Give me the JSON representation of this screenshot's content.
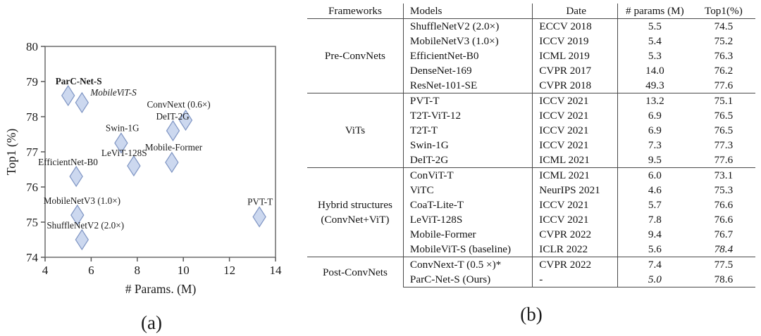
{
  "figure": {
    "panel_a_caption": "(a)",
    "panel_b_caption": "(b)"
  },
  "chart_data": [
    {
      "type": "scatter",
      "title": "",
      "xlabel": "# Params. (M)",
      "ylabel": "Top1 (%)",
      "xlim": [
        4,
        14
      ],
      "ylim": [
        74,
        80
      ],
      "xticks": [
        4,
        6,
        8,
        10,
        12,
        14
      ],
      "yticks": [
        74,
        75,
        76,
        77,
        78,
        79,
        80
      ],
      "grid": false,
      "legend": "none",
      "marker": "diamond",
      "marker_fill": "#ccd8ef",
      "marker_stroke": "#8096c4",
      "points": [
        {
          "label": "ParC-Net-S",
          "x": 5.0,
          "y": 78.6,
          "style": "bold",
          "label_dx": -18,
          "label_dy": -16
        },
        {
          "label": "MobileViT-S",
          "x": 5.6,
          "y": 78.4,
          "style": "italic",
          "label_dx": 12,
          "label_dy": -10
        },
        {
          "label": "ConvNext (0.6×)",
          "x": 10.1,
          "y": 77.9,
          "style": "normal",
          "label_dx": -55,
          "label_dy": -18
        },
        {
          "label": "DeIT-2G",
          "x": 9.55,
          "y": 77.6,
          "style": "normal",
          "label_dx": -24,
          "label_dy": -16
        },
        {
          "label": "Swin-1G",
          "x": 7.3,
          "y": 77.25,
          "style": "normal",
          "label_dx": -22,
          "label_dy": -17
        },
        {
          "label": "Mobile-Former",
          "x": 9.5,
          "y": 76.7,
          "style": "normal",
          "label_dx": -38,
          "label_dy": -17
        },
        {
          "label": "LeViT-128S",
          "x": 7.85,
          "y": 76.6,
          "style": "normal",
          "label_dx": -46,
          "label_dy": -14
        },
        {
          "label": "EfficientNet-B0",
          "x": 5.35,
          "y": 76.3,
          "style": "normal",
          "label_dx": -54,
          "label_dy": -16
        },
        {
          "label": "MobileNetV3 (1.0×)",
          "x": 5.4,
          "y": 75.2,
          "style": "normal",
          "label_dx": -48,
          "label_dy": -16
        },
        {
          "label": "ShuffleNetV2 (2.0×)",
          "x": 5.6,
          "y": 74.5,
          "style": "normal",
          "label_dx": -50,
          "label_dy": -16
        },
        {
          "label": "PVT-T",
          "x": 13.3,
          "y": 75.15,
          "style": "normal",
          "label_dx": -17,
          "label_dy": -17
        }
      ]
    },
    {
      "type": "table",
      "title": "",
      "columns": [
        "Frameworks",
        "Models",
        "Date",
        "# params (M)",
        "Top1(%)"
      ],
      "rows": [
        [
          "Pre-ConvNets",
          "ShuffleNetV2 (2.0×)",
          "ECCV 2018",
          "5.5",
          "74.5"
        ],
        [
          "Pre-ConvNets",
          "MobileNetV3 (1.0×)",
          "ICCV 2019",
          "5.4",
          "75.2"
        ],
        [
          "Pre-ConvNets",
          "EfficientNet-B0",
          "ICML 2019",
          "5.3",
          "76.3"
        ],
        [
          "Pre-ConvNets",
          "DenseNet-169",
          "CVPR 2017",
          "14.0",
          "76.2"
        ],
        [
          "Pre-ConvNets",
          "ResNet-101-SE",
          "CVPR 2018",
          "49.3",
          "77.6"
        ],
        [
          "ViTs",
          "PVT-T",
          "ICCV 2021",
          "13.2",
          "75.1"
        ],
        [
          "ViTs",
          "T2T-ViT-12",
          "ICCV 2021",
          "6.9",
          "76.5"
        ],
        [
          "ViTs",
          "T2T-T",
          "ICCV 2021",
          "6.9",
          "76.5"
        ],
        [
          "ViTs",
          "Swin-1G",
          "ICCV 2021",
          "7.3",
          "77.3"
        ],
        [
          "ViTs",
          "DeIT-2G",
          "ICML 2021",
          "9.5",
          "77.6"
        ],
        [
          "Hybrid structures (ConvNet+ViT)",
          "ConViT-T",
          "ICML 2021",
          "6.0",
          "73.1"
        ],
        [
          "Hybrid structures (ConvNet+ViT)",
          "ViTC",
          "NeurIPS 2021",
          "4.6",
          "75.3"
        ],
        [
          "Hybrid structures (ConvNet+ViT)",
          "CoaT-Lite-T",
          "ICCV 2021",
          "5.7",
          "76.6"
        ],
        [
          "Hybrid structures (ConvNet+ViT)",
          "LeViT-128S",
          "ICCV 2021",
          "7.8",
          "76.6"
        ],
        [
          "Hybrid structures (ConvNet+ViT)",
          "Mobile-Former",
          "CVPR 2022",
          "9.4",
          "76.7"
        ],
        [
          "Hybrid structures (ConvNet+ViT)",
          "MobileViT-S (baseline)",
          "ICLR 2022",
          "5.6",
          "78.4"
        ],
        [
          "Post-ConvNets",
          "ConvNext-T (0.5 ×)*",
          "CVPR 2022",
          "7.4",
          "77.5"
        ],
        [
          "Post-ConvNets",
          "ParC-Net-S  (Ours)",
          "-",
          "5.0",
          "78.6"
        ]
      ]
    }
  ],
  "table": {
    "header": {
      "frameworks": "Frameworks",
      "models": "Models",
      "date": "Date",
      "params": "# params (M)",
      "top1": "Top1(%)"
    },
    "groups": [
      {
        "name": "Pre-ConvNets",
        "rows": [
          {
            "model": "ShuffleNetV2 (2.0×)",
            "date": "ECCV 2018",
            "params": "5.5",
            "top1": "74.5"
          },
          {
            "model": "MobileNetV3 (1.0×)",
            "date": "ICCV 2019",
            "params": "5.4",
            "top1": "75.2"
          },
          {
            "model": "EfficientNet-B0",
            "date": "ICML 2019",
            "params": "5.3",
            "top1": "76.3"
          },
          {
            "model": "DenseNet-169",
            "date": "CVPR 2017",
            "params": "14.0",
            "top1": "76.2"
          },
          {
            "model": "ResNet-101-SE",
            "date": "CVPR 2018",
            "params": "49.3",
            "top1": "77.6"
          }
        ]
      },
      {
        "name": "ViTs",
        "rows": [
          {
            "model": "PVT-T",
            "date": "ICCV 2021",
            "params": "13.2",
            "top1": "75.1"
          },
          {
            "model": "T2T-ViT-12",
            "date": "ICCV 2021",
            "params": "6.9",
            "top1": "76.5"
          },
          {
            "model": "T2T-T",
            "date": "ICCV 2021",
            "params": "6.9",
            "top1": "76.5"
          },
          {
            "model": "Swin-1G",
            "date": "ICCV 2021",
            "params": "7.3",
            "top1": "77.3"
          },
          {
            "model": "DeIT-2G",
            "date": "ICML 2021",
            "params": "9.5",
            "top1": "77.6"
          }
        ]
      },
      {
        "name": "Hybrid structures",
        "name_line2": "(ConvNet+ViT)",
        "rows": [
          {
            "model": "ConViT-T",
            "date": "ICML 2021",
            "params": "6.0",
            "top1": "73.1"
          },
          {
            "model": "ViTC",
            "date": "NeurIPS 2021",
            "params": "4.6",
            "top1": "75.3",
            "params_style": "bold"
          },
          {
            "model": "CoaT-Lite-T",
            "date": "ICCV 2021",
            "params": "5.7",
            "top1": "76.6"
          },
          {
            "model": "LeViT-128S",
            "date": "ICCV 2021",
            "params": "7.8",
            "top1": "76.6"
          },
          {
            "model": "Mobile-Former",
            "date": "CVPR 2022",
            "params": "9.4",
            "top1": "76.7"
          },
          {
            "model": "MobileViT-S (baseline)",
            "date": "ICLR 2022",
            "params": "5.6",
            "top1": "78.4",
            "top1_style": "italic"
          }
        ]
      },
      {
        "name": "Post-ConvNets",
        "rows": [
          {
            "model": "ConvNext-T (0.5 ×)*",
            "date": "CVPR 2022",
            "params": "7.4",
            "top1": "77.5"
          },
          {
            "model": "ParC-Net-S  (Ours)",
            "date": "-",
            "params": "5.0",
            "top1": "78.6",
            "params_style": "italic",
            "top1_style": "bold"
          }
        ]
      }
    ]
  }
}
